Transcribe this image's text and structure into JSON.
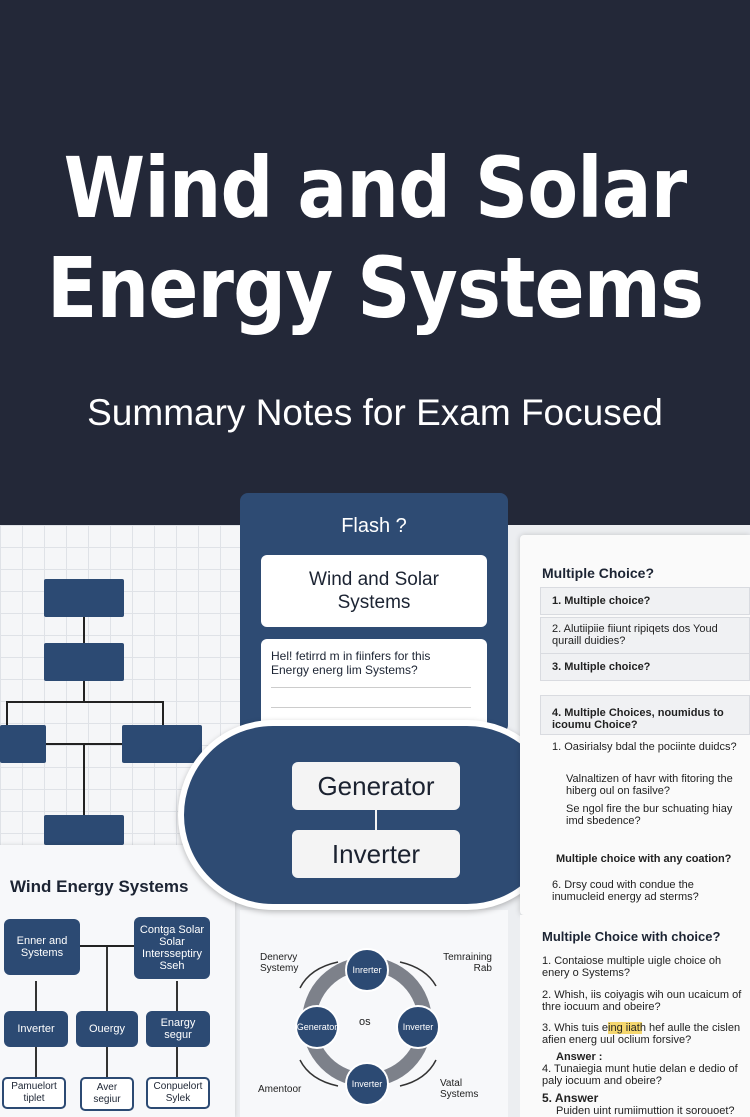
{
  "hero": {
    "title_line1": "Wind and Solar",
    "title_line2": "Energy Systems",
    "subtitle": "Summary Notes for Exam Focused"
  },
  "flash": {
    "heading": "Flash ?",
    "card_title": "Wind and Solar Systems",
    "question": "Hel! fetirrd m in fiinfers for this Energy energ lim Systems?"
  },
  "pill": {
    "button1": "Generator",
    "button2": "Inverter"
  },
  "mc": {
    "heading": "Multiple Choice?",
    "items": [
      "1.  Multiple choice?",
      "2.  Alutiipiie fiiunt ripiqets dos Youd quraill duidies?",
      "3.  Multiple choice?",
      "4.  Multiple Choices, noumidus  to icoumu Choice?",
      "1.  Oasirialsy bdal the pociinte duidcs?",
      "Valnaltizen of havr with fitoring the hiberg oul on fasilve?",
      "Se ngol fire the bur schuating hiay imd sbedence?",
      "Multiple choice with any coation?",
      "6.  Drsy coud with condue the inumucleid energy ad sterms?"
    ],
    "heading2": "Multiple Choice with choice?",
    "items2": [
      "1.  Contaiose multiple uigle choice oh enery o Systems?",
      "2.  Whish, iis coiyagis wih oun ucaicum of thre iocuum and obeire?",
      "3.  Whis tuis eing iiath hef aulle the cislen afien energ uul oclium forsive?",
      "Answer :",
      "4.  Tunaiegia munt hutie delan e dedio of paly iocuum and obeire?",
      "5.  Answer",
      "Puiden uint rumiimuttion it sorouoet?"
    ]
  },
  "wind": {
    "heading": "Wind Energy Systems",
    "box1": "Enner and Systems",
    "box2": "Contga Solar Solar Intersseptiry Sseh",
    "box3": "Inverter",
    "box4": "Ouergy",
    "box5": "Enargy segur",
    "box6": "Pamuelort tiplet",
    "box7": "Aver segiur",
    "box8": "Conpuelort Sylek"
  },
  "cycle": {
    "top_left": "Denervy Systemy",
    "top_right": "Temraining Rab",
    "bottom_left": "Amentoor",
    "bottom_right": "Vatal Systems",
    "center": "os",
    "n_top": "Inrerter",
    "n_left": "Generator",
    "n_right": "Inverter",
    "n_bottom": "Inverter"
  },
  "colors": {
    "hero_bg": "#232838",
    "navy": "#2e4b73",
    "highlight": "#f5d76e"
  }
}
